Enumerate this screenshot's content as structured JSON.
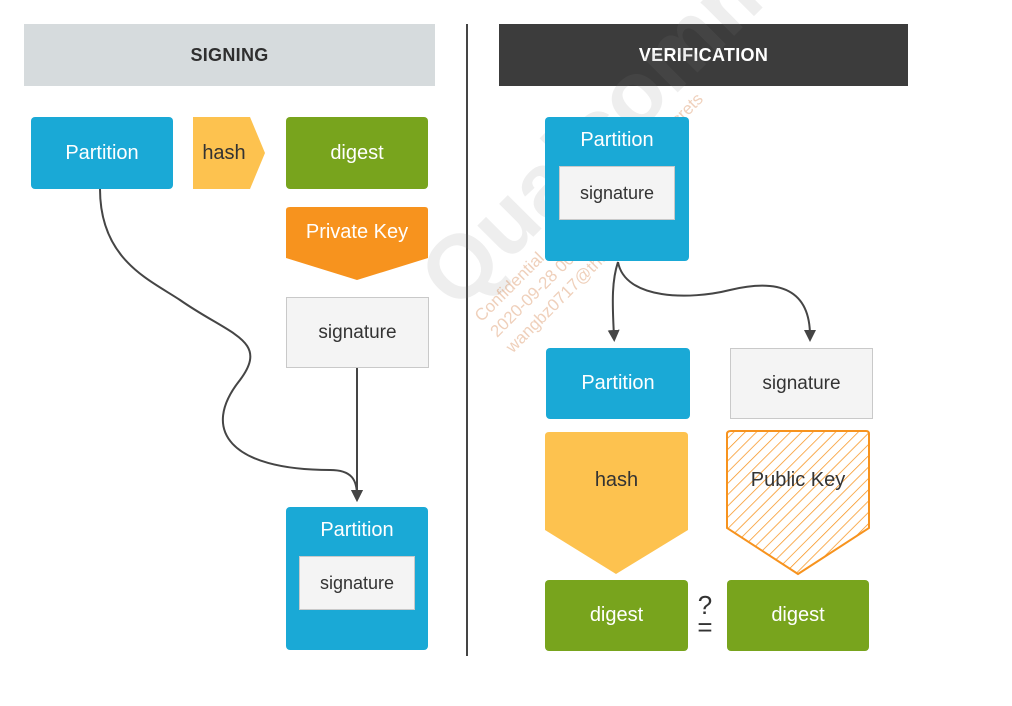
{
  "headers": {
    "signing": "SIGNING",
    "verification": "VERIFICATION"
  },
  "signing": {
    "partition": "Partition",
    "hash": "hash",
    "digest": "digest",
    "private_key": "Private Key",
    "signature": "signature",
    "result_partition": "Partition",
    "result_signature": "signature"
  },
  "verification": {
    "source_partition": "Partition",
    "source_signature": "signature",
    "partition": "Partition",
    "signature": "signature",
    "hash": "hash",
    "public_key": "Public Key",
    "digest_left": "digest",
    "digest_right": "digest",
    "compare_symbol": "?",
    "compare_equals": "="
  },
  "watermark": {
    "brand": "Qualcomm",
    "line1": "Confidential – May Contain Trade Secrets",
    "line2": "2020-09-28 00:49:39 PDT",
    "line3": "wangbz0717@thundersoft.com"
  },
  "colors": {
    "blue": "#1aa9d6",
    "green": "#78a41d",
    "orange": "#f7931e",
    "yellow": "#fdc24f",
    "gray_box": "#f4f4f4",
    "header_light": "#d6dbdd",
    "header_dark": "#3c3c3c"
  }
}
